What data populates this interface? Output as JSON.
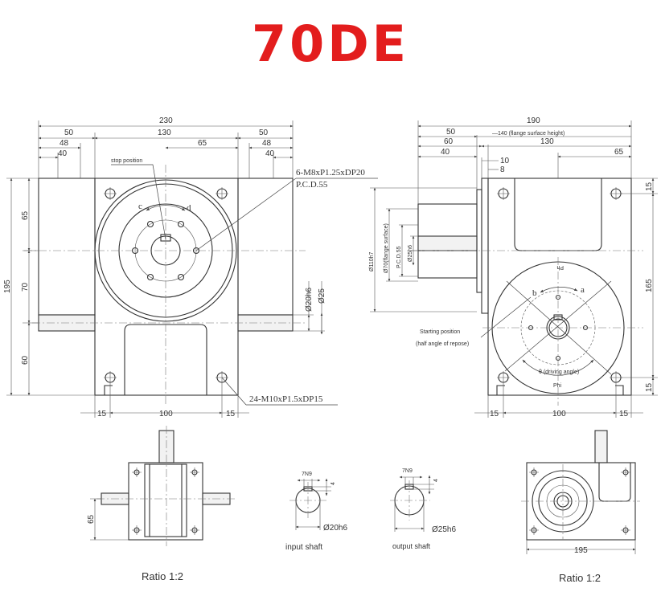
{
  "title": "70DE",
  "colors": {
    "title": "#e31d1d",
    "line": "#333333"
  },
  "front_view": {
    "dims_top": {
      "overall": "230",
      "body": "130",
      "left_flange": "50",
      "left_48": "48",
      "left_40": "40",
      "right_65": "65",
      "right_flange": "50",
      "right_48": "48",
      "right_40": "40"
    },
    "dims_left": {
      "total": "195",
      "upper": "65",
      "middle": "70",
      "lower": "60"
    },
    "dims_right": {
      "input_dia": "Ø20h6",
      "other_dia": "Ø25"
    },
    "dims_bottom": {
      "left": "15",
      "middle": "100",
      "right": "15"
    },
    "labels": {
      "stop_position": "stop position",
      "thread_top_1": "6-M8xP1.25xDP20",
      "thread_top_2": "P.C.D.55",
      "thread_bottom": "24-M10xP1.5xDP15",
      "arrow_c": "c",
      "arrow_d": "d"
    }
  },
  "side_view": {
    "dims_top": {
      "overall": "190",
      "flange_50": "50",
      "flange_note": "—140 (flange surface height)",
      "dim_60": "60",
      "dim_130": "130",
      "dim_40": "40",
      "dim_10": "10",
      "dim_8": "8",
      "dim_65": "65"
    },
    "dims_left": {
      "pilot": "Ø110h7",
      "flange_surface": "Ø70(flange surface)",
      "pcd": "P.C.D.55",
      "shaft": "Ø25h6"
    },
    "dims_right": {
      "top": "15",
      "total": "165",
      "bottom": "15"
    },
    "dims_bottom": {
      "left": "15",
      "middle": "100",
      "right": "15"
    },
    "labels": {
      "starting_position": "Starting position",
      "half_angle": "(half angle of repose)",
      "driving_angle": "θ (driving angle)",
      "ph": "Ph",
      "phi": "Phi",
      "arrow_a": "a",
      "arrow_b": "b"
    }
  },
  "shafts": {
    "input": {
      "keyway": "7N9",
      "depth": "4",
      "dia": "Ø20h6",
      "label": "input shaft"
    },
    "output": {
      "keyway": "7N9",
      "depth": "4",
      "dia": "Ø25h6",
      "label": "output shaft"
    }
  },
  "small_views": {
    "left_dim": "65",
    "right_dim": "195"
  },
  "ratios": {
    "left": "Ratio 1:2",
    "right": "Ratio 1:2"
  }
}
